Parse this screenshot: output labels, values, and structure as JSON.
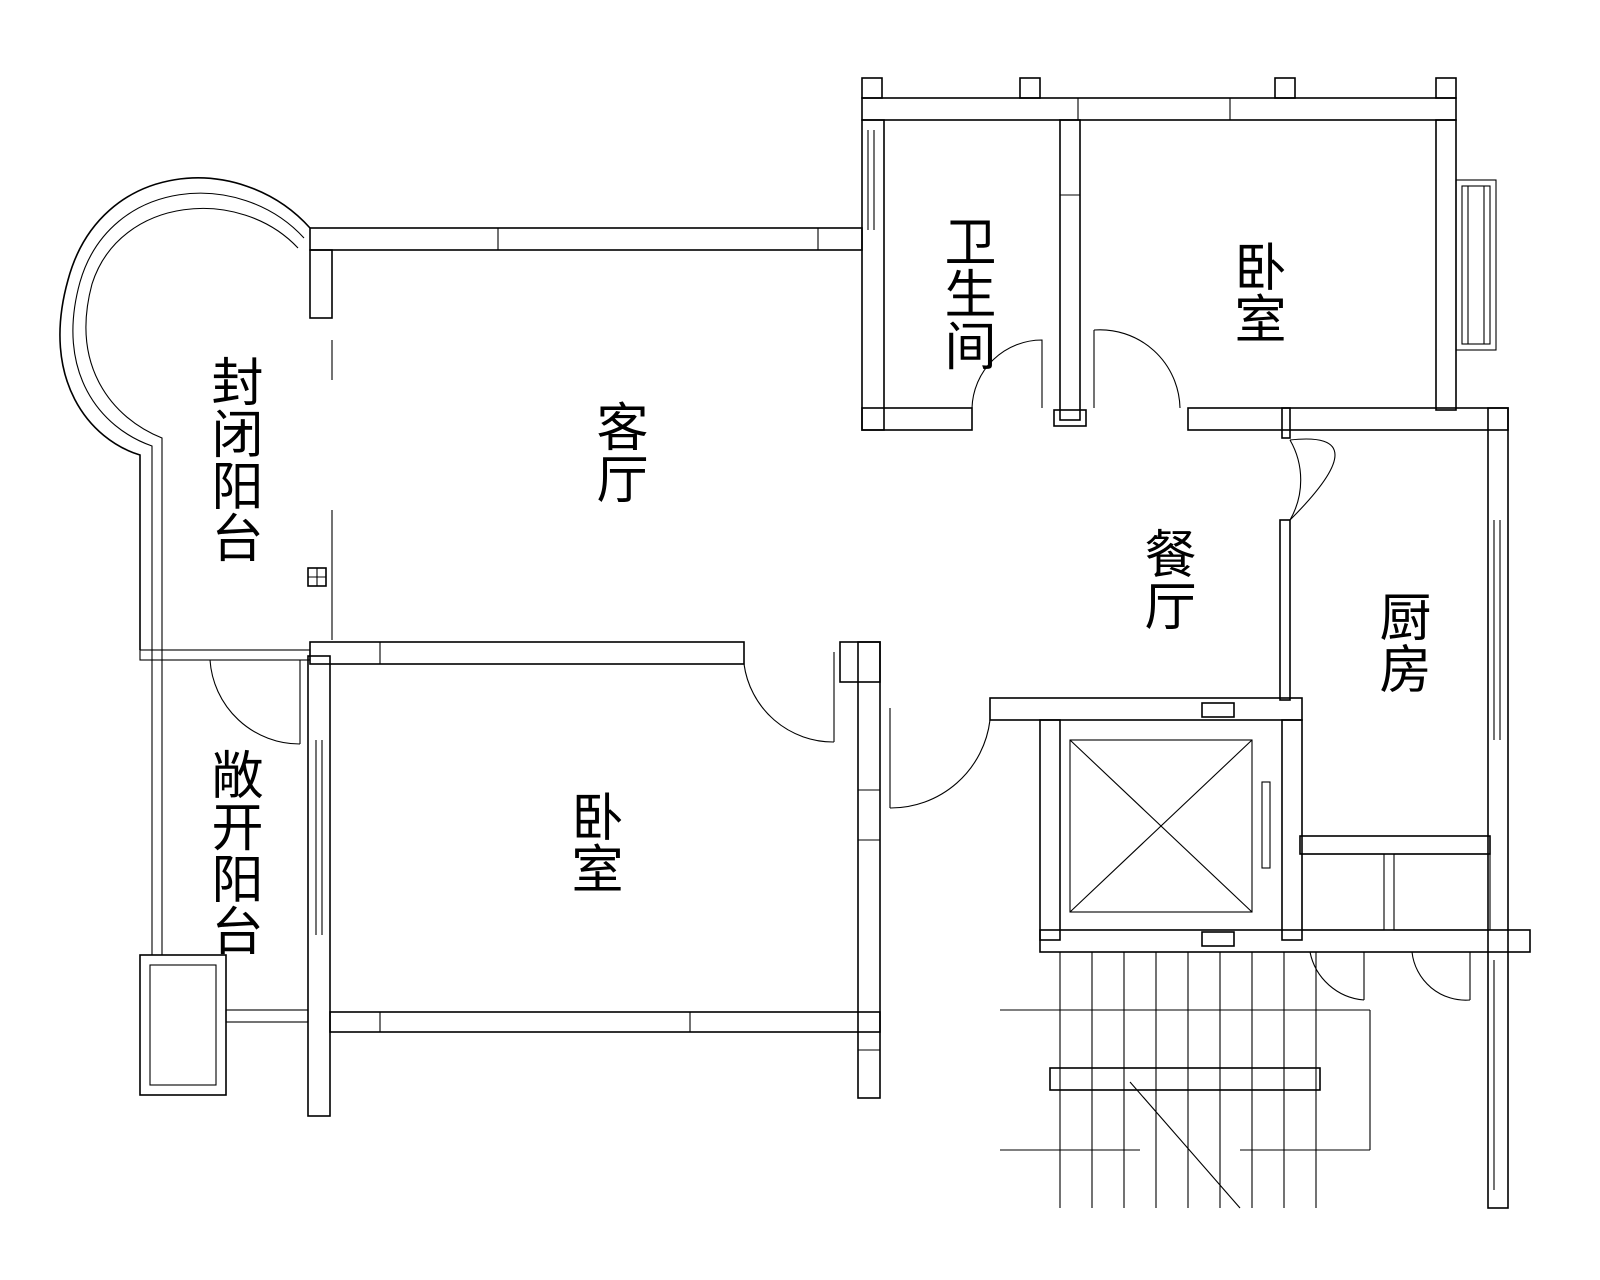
{
  "rooms": {
    "bathroom": "卫生间",
    "bedroom_top": "卧室",
    "living_room": "客厅",
    "enclosed_balcony": "封闭阳台",
    "dining_room": "餐厅",
    "kitchen": "厨房",
    "open_balcony": "敞开阳台",
    "bedroom_bottom": "卧室"
  },
  "colors": {
    "line": "#000000",
    "background": "#ffffff"
  }
}
